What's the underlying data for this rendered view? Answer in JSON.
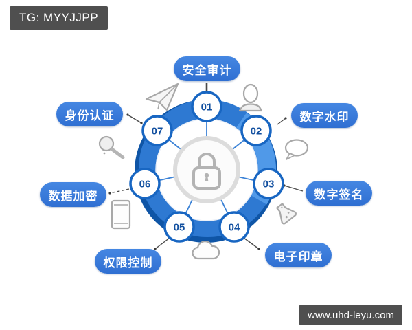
{
  "badge": {
    "text": "TG: MYYJJPP"
  },
  "watermark": {
    "text": "www.uhd-leyu.com"
  },
  "diagram": {
    "title_semantic": "document-security-features-wheel",
    "center_icon": "lock-icon",
    "nodes": [
      {
        "number": "01",
        "label": "安全审计"
      },
      {
        "number": "02",
        "label": "数字水印"
      },
      {
        "number": "03",
        "label": "数字签名"
      },
      {
        "number": "04",
        "label": "电子印章"
      },
      {
        "number": "05",
        "label": "权限控制"
      },
      {
        "number": "06",
        "label": "数据加密"
      },
      {
        "number": "07",
        "label": "身份认证"
      }
    ],
    "decorative_icons": [
      "paper-plane-icon",
      "person-icon",
      "speech-bubble-icon",
      "flask-icon",
      "cloud-icon",
      "tablet-icon",
      "magnifier-icon"
    ],
    "colors": {
      "ring_dark": "#0f55a6",
      "ring_main": "#2e79d2",
      "ring_light": "#5099e8",
      "pill_blue": "#3b7cda",
      "node_border": "#1866c2",
      "node_number_text": "#114f9f",
      "center_gray": "#b3b3b3",
      "badge_gray": "#4f4f4f"
    }
  }
}
